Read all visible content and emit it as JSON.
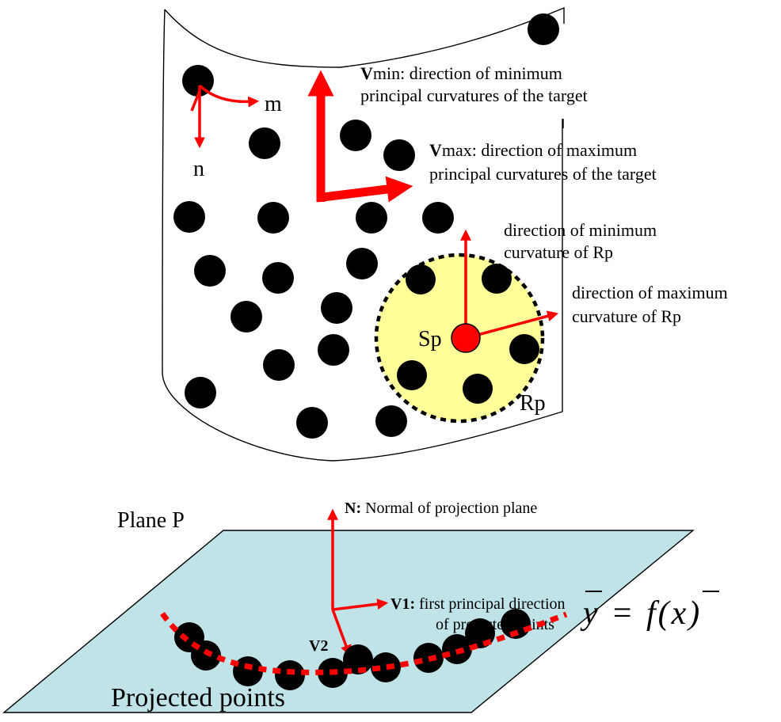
{
  "surface": {
    "label_m": "m",
    "label_n": "n",
    "vmin_bold": "V",
    "vmin_line1_rest": "min: direction of minimum",
    "vmin_line2": "principal curvatures of the target",
    "vmax_bold": "V",
    "vmax_line1_rest": "max: direction of maximum",
    "vmax_line2": "principal curvatures of the target",
    "rp_min_line1": "direction of minimum",
    "rp_min_line2": "curvature of Rp",
    "rp_max_line1": "direction of maximum",
    "rp_max_line2": "curvature of Rp",
    "sp_label": "Sp",
    "rp_label": "Rp"
  },
  "plane": {
    "title": "Plane P",
    "n_bold": "N:",
    "n_rest": " Normal of projection plane",
    "v1_bold": "V1:",
    "v1_line1_rest": " first principal direction",
    "v1_line2": "of projected points",
    "v2_label": "V2",
    "equation": "y = f(x)",
    "projected_label": "Projected points"
  },
  "colors": {
    "arrow_red": "#ff0000",
    "dot_black": "#000000",
    "region_yellow": "#ffff99",
    "plane_fill": "#bfe3e6",
    "sp_red": "#ff0000"
  }
}
